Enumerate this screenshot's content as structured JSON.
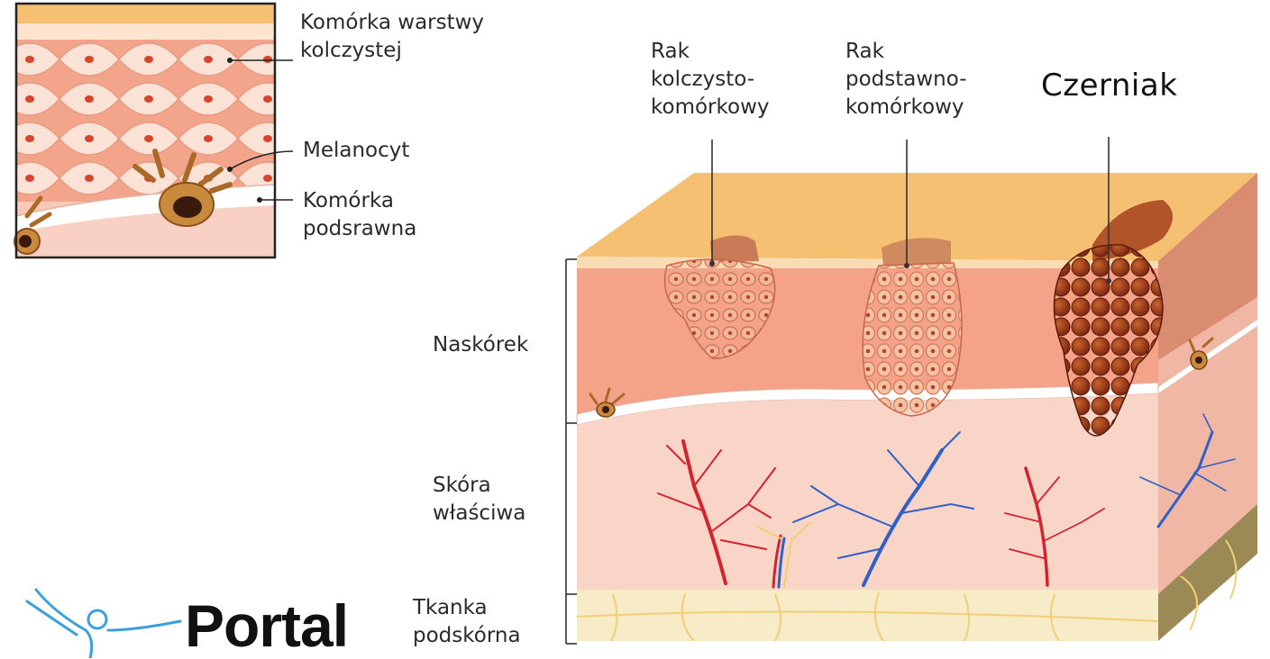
{
  "inset": {
    "labels": {
      "spinous_cell": [
        "Komórka warstwy",
        "kolczystej"
      ],
      "melanocyte": [
        "Melanocyt"
      ],
      "basal_cell": [
        "Komórka",
        "podsrawna"
      ]
    }
  },
  "cancers": {
    "squamous": [
      "Rak",
      "kolczysto-",
      "komórkowy"
    ],
    "basal": [
      "Rak",
      "podstawno-",
      "komórkowy"
    ],
    "melanoma": [
      "Czerniak"
    ]
  },
  "layers": {
    "epidermis": [
      "Naskórek"
    ],
    "dermis": [
      "Skóra",
      "właściwa"
    ],
    "hypodermis": [
      "Tkanka",
      "podskórna"
    ]
  },
  "logo": {
    "text": "Portal"
  },
  "colors": {
    "epidermis": "#f4a288",
    "surface": "#f5c071",
    "dermis": "#f9d5c8",
    "fat": "#f8ebc8",
    "artery": "#d22430",
    "vein": "#2f5fc8",
    "melanoma": "#9c3c1a",
    "logo_blue": "#3aa0dc"
  }
}
